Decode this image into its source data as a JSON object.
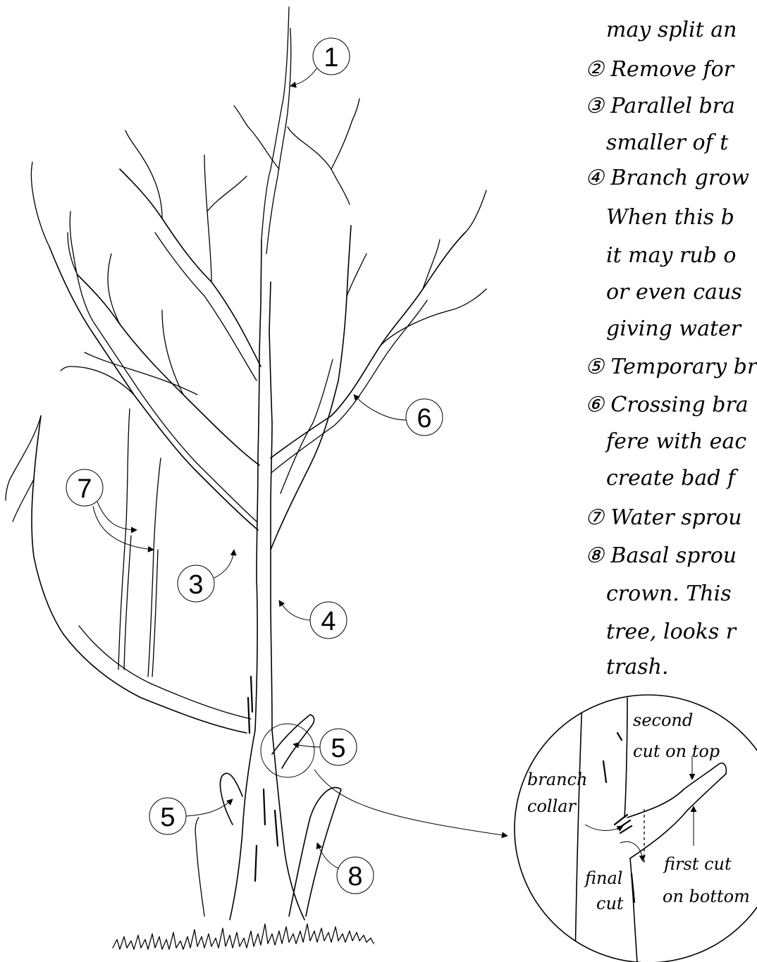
{
  "callouts": {
    "c1": "1",
    "c3": "3",
    "c4": "4",
    "c5_upper": "5",
    "c5_lower": "5",
    "c6": "6",
    "c7": "7",
    "c8": "8"
  },
  "notes": {
    "line_01": "may split an",
    "line_02": "② Remove for ",
    "line_03": "③ Parallel bra",
    "line_04": "smaller of t",
    "line_05": "④ Branch grow",
    "line_06": "When this b",
    "line_07": "it may rub o",
    "line_08": "or even caus",
    "line_09": "giving water",
    "line_10": "⑤ Temporary br",
    "line_11": "⑥ Crossing bra",
    "line_12": "fere with eac",
    "line_13": "create bad f",
    "line_14": "⑦ Water sprou",
    "line_15": "⑧ Basal sprou",
    "line_16": "crown.  This",
    "line_17": "tree, looks r",
    "line_18": "trash."
  },
  "detail": {
    "second_cut_1": "second",
    "second_cut_2": "cut on top",
    "branch_collar_1": "branch",
    "branch_collar_2": "collar",
    "first_cut_1": "first cut",
    "first_cut_2": "on bottom",
    "final_cut_1": "final",
    "final_cut_2": "cut"
  }
}
